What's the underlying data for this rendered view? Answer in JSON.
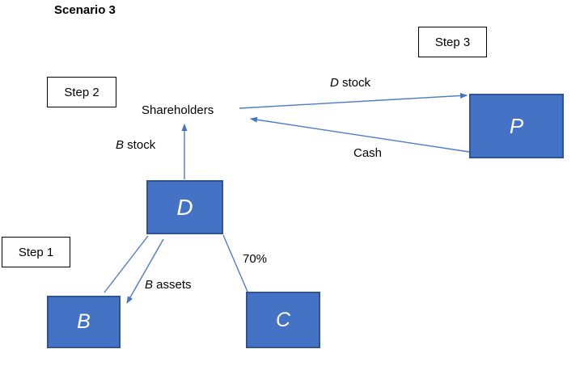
{
  "title": "Scenario 3",
  "steps": {
    "step1": "Step 1",
    "step2": "Step 2",
    "step3": "Step 3"
  },
  "nodes": {
    "shareholders": "Shareholders",
    "d": "D",
    "p": "P",
    "b": "B",
    "c": "C"
  },
  "edge_labels": {
    "b_stock": {
      "var": "B",
      "rest": " stock"
    },
    "d_stock": {
      "var": "D",
      "rest": " stock"
    },
    "cash": "Cash",
    "b_assets": {
      "var": "B",
      "rest": " assets"
    },
    "ownership": "70%"
  },
  "colors": {
    "entity_fill": "#4472C4",
    "entity_border": "#2F5496",
    "connector": "#4D7CC7",
    "step_box_border": "#000000",
    "text": "#000000",
    "entity_text": "#FFFFFF"
  }
}
